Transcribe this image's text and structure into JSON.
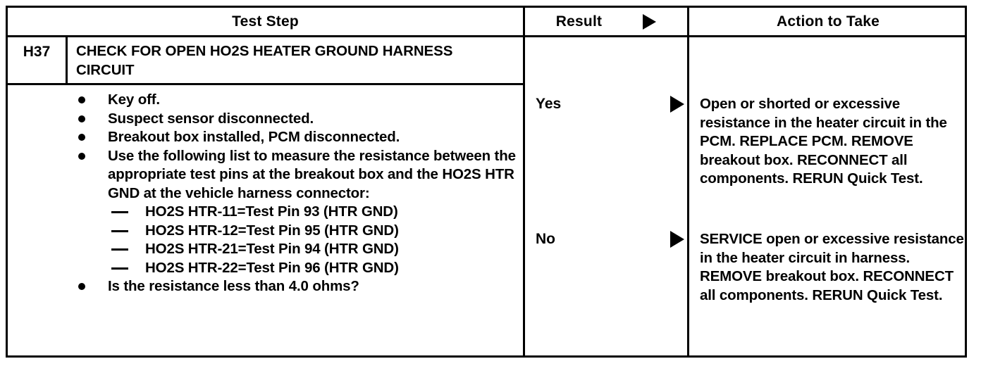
{
  "table": {
    "headers": {
      "test_step": "Test Step",
      "result": "Result",
      "result_arrow_icon": "right-triangle-icon",
      "action": "Action to Take"
    },
    "step": {
      "id": "H37",
      "title": "CHECK FOR OPEN HO2S HEATER GROUND HARNESS CIRCUIT",
      "instructions": [
        "Key off.",
        "Suspect sensor disconnected.",
        "Breakout box installed, PCM disconnected.",
        "Use the following list to measure the resistance between the appropriate test pins at the breakout box and the HO2S HTR GND at the vehicle harness connector:"
      ],
      "pin_list": [
        "HO2S HTR-11=Test Pin 93 (HTR GND)",
        "HO2S HTR-12=Test Pin 95 (HTR GND)",
        "HO2S HTR-21=Test Pin 94 (HTR GND)",
        "HO2S HTR-22=Test Pin 96 (HTR GND)"
      ],
      "question": "Is the resistance less than 4.0 ohms?"
    },
    "branches": [
      {
        "result": "Yes",
        "arrow_icon": "right-triangle-icon",
        "action": "Open or shorted or excessive resistance in the heater circuit in the PCM. REPLACE PCM. REMOVE breakout box. RECONNECT all components. RERUN Quick Test."
      },
      {
        "result": "No",
        "arrow_icon": "right-triangle-icon",
        "action": "SERVICE open or excessive resistance in the heater circuit in harness. REMOVE breakout box. RECONNECT all components. RERUN Quick Test."
      }
    ]
  },
  "colors": {
    "ink": "#000000",
    "paper": "#ffffff"
  }
}
